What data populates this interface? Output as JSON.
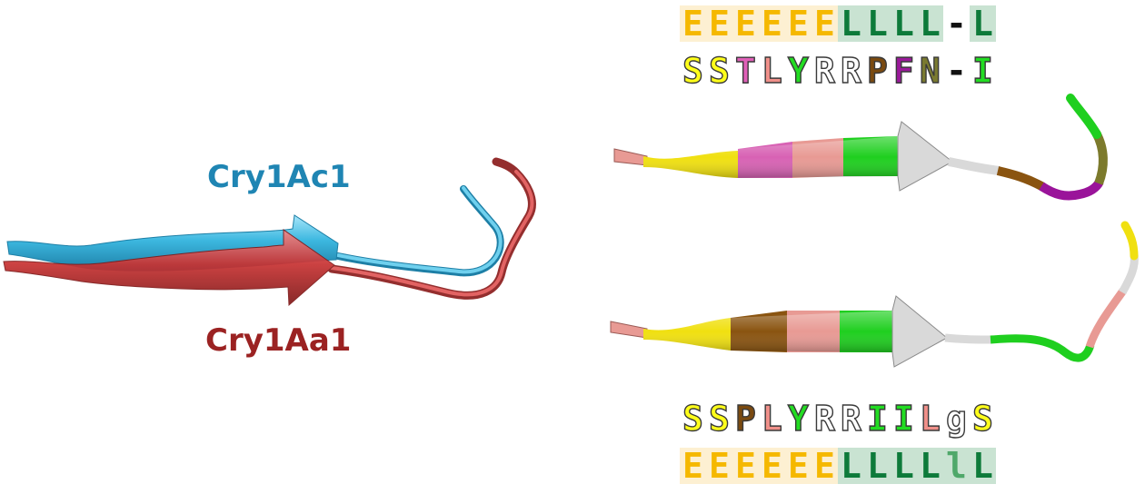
{
  "labels": {
    "cry1ac1": {
      "text": "Cry1Ac1",
      "color": "#1f85b3"
    },
    "cry1aa1": {
      "text": "Cry1Aa1",
      "color": "#9b2222"
    }
  },
  "colors": {
    "strand_highlight": "#fdf0d2",
    "loop_highlight": "#c9e3d2",
    "ss_E_text": "#f5b800",
    "ss_L_text": "#0d7a3a",
    "ss_l_text": "#4fa86a",
    "ss_dash_text": "#111111",
    "cry1ac1_ribbon": "#3db8e0",
    "cry1aa1_ribbon": "#c93434"
  },
  "top_secondary_structure": {
    "cells": [
      {
        "char": "E",
        "type": "E"
      },
      {
        "char": "E",
        "type": "E"
      },
      {
        "char": "E",
        "type": "E"
      },
      {
        "char": "E",
        "type": "E"
      },
      {
        "char": "E",
        "type": "E"
      },
      {
        "char": "E",
        "type": "E"
      },
      {
        "char": "L",
        "type": "L"
      },
      {
        "char": "L",
        "type": "L"
      },
      {
        "char": "L",
        "type": "L"
      },
      {
        "char": "L",
        "type": "L"
      },
      {
        "char": "-",
        "type": "gap"
      },
      {
        "char": "L",
        "type": "L"
      }
    ]
  },
  "top_sequence": {
    "cells": [
      {
        "char": "S",
        "color": "#ffff1a"
      },
      {
        "char": "S",
        "color": "#ffff1a"
      },
      {
        "char": "T",
        "color": "#e060b8"
      },
      {
        "char": "L",
        "color": "#f0908a"
      },
      {
        "char": "Y",
        "color": "#22dd22"
      },
      {
        "char": "R",
        "color": "#ffffff"
      },
      {
        "char": "R",
        "color": "#ffffff"
      },
      {
        "char": "P",
        "color": "#7a4a10"
      },
      {
        "char": "F",
        "color": "#9a1a9a"
      },
      {
        "char": "N",
        "color": "#7a7a30"
      },
      {
        "char": "-",
        "color": "#111111"
      },
      {
        "char": "I",
        "color": "#22dd22"
      }
    ]
  },
  "bottom_sequence": {
    "cells": [
      {
        "char": "S",
        "color": "#ffff1a"
      },
      {
        "char": "S",
        "color": "#ffff1a"
      },
      {
        "char": "P",
        "color": "#7a4a10"
      },
      {
        "char": "L",
        "color": "#f0908a"
      },
      {
        "char": "Y",
        "color": "#22dd22"
      },
      {
        "char": "R",
        "color": "#ffffff"
      },
      {
        "char": "R",
        "color": "#ffffff"
      },
      {
        "char": "I",
        "color": "#22dd22"
      },
      {
        "char": "I",
        "color": "#22dd22"
      },
      {
        "char": "L",
        "color": "#f0908a"
      },
      {
        "char": "g",
        "color": "#ffffff"
      },
      {
        "char": "S",
        "color": "#ffff1a"
      }
    ]
  },
  "bottom_secondary_structure": {
    "cells": [
      {
        "char": "E",
        "type": "E"
      },
      {
        "char": "E",
        "type": "E"
      },
      {
        "char": "E",
        "type": "E"
      },
      {
        "char": "E",
        "type": "E"
      },
      {
        "char": "E",
        "type": "E"
      },
      {
        "char": "E",
        "type": "E"
      },
      {
        "char": "L",
        "type": "L"
      },
      {
        "char": "L",
        "type": "L"
      },
      {
        "char": "L",
        "type": "L"
      },
      {
        "char": "L",
        "type": "L"
      },
      {
        "char": "l",
        "type": "l"
      },
      {
        "char": "L",
        "type": "L"
      }
    ]
  },
  "top_cartoon_segments": [
    {
      "residue": "S",
      "color": "#f0e010"
    },
    {
      "residue": "T",
      "color": "#d862b4"
    },
    {
      "residue": "L",
      "color": "#e89a94"
    },
    {
      "residue": "Y",
      "color": "#1fcf1f"
    },
    {
      "residue": "R",
      "color": "#d9d9d9"
    },
    {
      "residue": "P",
      "color": "#8a5410"
    },
    {
      "residue": "F",
      "color": "#9a149a"
    },
    {
      "residue": "N",
      "color": "#7c7a2c"
    },
    {
      "residue": "I",
      "color": "#1fcf1f"
    }
  ],
  "bottom_cartoon_segments": [
    {
      "residue": "S",
      "color": "#f0e010"
    },
    {
      "residue": "P",
      "color": "#8a5410"
    },
    {
      "residue": "L",
      "color": "#e89a94"
    },
    {
      "residue": "Y",
      "color": "#1fcf1f"
    },
    {
      "residue": "R",
      "color": "#d9d9d9"
    },
    {
      "residue": "I",
      "color": "#1fcf1f"
    },
    {
      "residue": "L",
      "color": "#e89a94"
    },
    {
      "residue": "g",
      "color": "#d9d9d9"
    },
    {
      "residue": "S",
      "color": "#f0e010"
    }
  ]
}
